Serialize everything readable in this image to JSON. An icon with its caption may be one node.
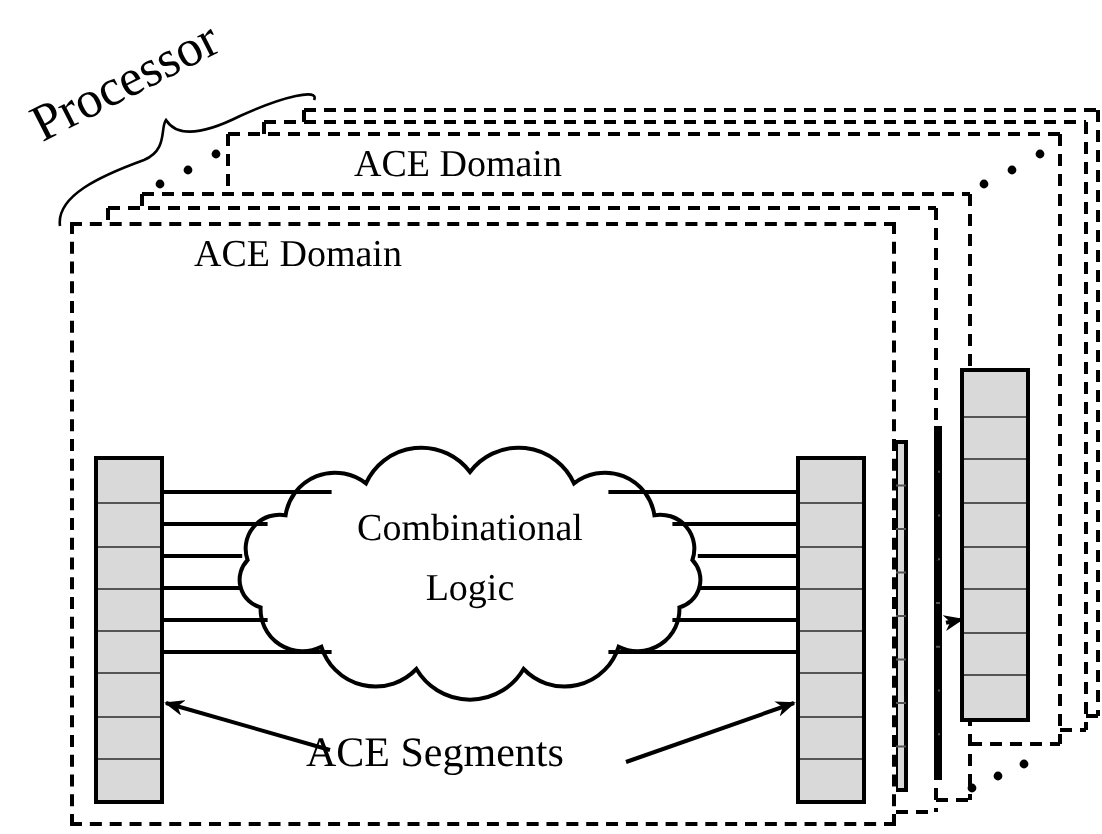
{
  "diagram": {
    "nodes": [
      {
        "text": [
          "ACE Domain"
        ]
      },
      {
        "text": [],
        "shape": "bar"
      },
      {
        "text": [
          "ACE Domain"
        ]
      },
      {
        "text": [],
        "shape": "bar",
        "in": 2
      },
      {
        "text": [
          "Combinational Logic"
        ],
        "in": 2
      },
      {
        "text": [],
        "shape": "bar",
        "in": 2
      },
      {
        "text": [
          "ACE Segments"
        ],
        "in": 2
      }
    ],
    "edges": [
      {
        "from": 3,
        "to": 4,
        "arrow": "none"
      },
      {
        "from": 3,
        "to": 4,
        "arrow": "none"
      },
      {
        "from": 3,
        "to": 4,
        "arrow": "none"
      },
      {
        "from": 3,
        "to": 4,
        "arrow": "none"
      },
      {
        "from": 3,
        "to": 4,
        "arrow": "none"
      },
      {
        "from": 3,
        "to": 4,
        "arrow": "none"
      },
      {
        "from": 4,
        "to": 5,
        "arrow": "none"
      },
      {
        "from": 4,
        "to": 5,
        "arrow": "none"
      },
      {
        "from": 4,
        "to": 5,
        "arrow": "none"
      },
      {
        "from": 4,
        "to": 5,
        "arrow": "none"
      },
      {
        "from": 4,
        "to": 5,
        "arrow": "none"
      },
      {
        "from": 4,
        "to": 5,
        "arrow": "none"
      },
      {
        "from": 6,
        "to": 3,
        "arrow": "to"
      },
      {
        "from": 6,
        "to": 5,
        "arrow": "to"
      },
      {
        "from": null,
        "to": 1,
        "arrow": "to"
      }
    ],
    "labels": [
      "Processor"
    ]
  }
}
